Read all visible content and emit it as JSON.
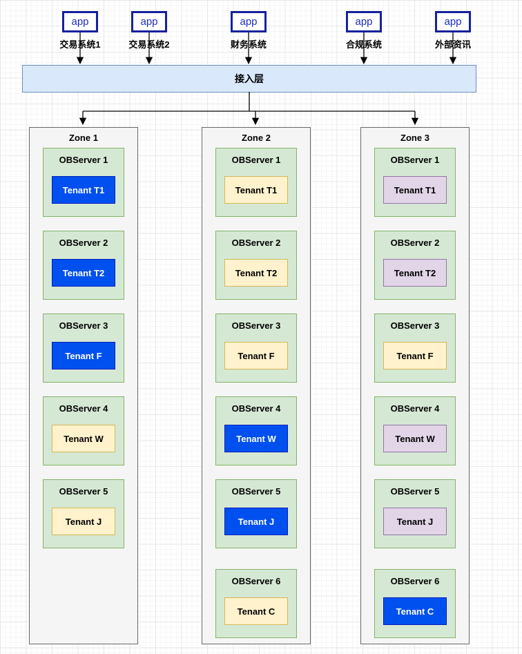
{
  "diagram": {
    "apps": [
      {
        "shape_label": "app",
        "system_name": "交易系统1"
      },
      {
        "shape_label": "app",
        "system_name": "交易系统2"
      },
      {
        "shape_label": "app",
        "system_name": "财务系统"
      },
      {
        "shape_label": "app",
        "system_name": "合规系统"
      },
      {
        "shape_label": "app",
        "system_name": "外部资讯"
      }
    ],
    "access_layer_label": "接入层",
    "zones": [
      {
        "title": "Zone 1",
        "servers": [
          {
            "title": "OBServer 1",
            "tenant": {
              "label": "Tenant T1",
              "type": "blue"
            }
          },
          {
            "title": "OBServer 2",
            "tenant": {
              "label": "Tenant T2",
              "type": "blue"
            }
          },
          {
            "title": "OBServer 3",
            "tenant": {
              "label": "Tenant F",
              "type": "blue"
            }
          },
          {
            "title": "OBServer 4",
            "tenant": {
              "label": "Tenant W",
              "type": "yellow"
            }
          },
          {
            "title": "OBServer 5",
            "tenant": {
              "label": "Tenant J",
              "type": "yellow"
            }
          }
        ]
      },
      {
        "title": "Zone 2",
        "servers": [
          {
            "title": "OBServer 1",
            "tenant": {
              "label": "Tenant T1",
              "type": "yellow"
            }
          },
          {
            "title": "OBServer 2",
            "tenant": {
              "label": "Tenant T2",
              "type": "yellow"
            }
          },
          {
            "title": "OBServer 3",
            "tenant": {
              "label": "Tenant F",
              "type": "yellow"
            }
          },
          {
            "title": "OBServer 4",
            "tenant": {
              "label": "Tenant W",
              "type": "blue"
            }
          },
          {
            "title": "OBServer 5",
            "tenant": {
              "label": "Tenant J",
              "type": "blue"
            }
          },
          {
            "title": "OBServer 6",
            "tenant": {
              "label": "Tenant C",
              "type": "yellow"
            }
          }
        ]
      },
      {
        "title": "Zone 3",
        "servers": [
          {
            "title": "OBServer 1",
            "tenant": {
              "label": "Tenant T1",
              "type": "purple"
            }
          },
          {
            "title": "OBServer 2",
            "tenant": {
              "label": "Tenant T2",
              "type": "purple"
            }
          },
          {
            "title": "OBServer 3",
            "tenant": {
              "label": "Tenant F",
              "type": "yellow"
            }
          },
          {
            "title": "OBServer 4",
            "tenant": {
              "label": "Tenant W",
              "type": "purple"
            }
          },
          {
            "title": "OBServer 5",
            "tenant": {
              "label": "Tenant J",
              "type": "purple"
            }
          },
          {
            "title": "OBServer 6",
            "tenant": {
              "label": "Tenant C",
              "type": "blue"
            }
          }
        ]
      }
    ],
    "colors": {
      "app_border": "#16209c",
      "app_text": "#1c2ac2",
      "access_layer_fill": "#dae8fc",
      "access_layer_border": "#6c8ebf",
      "zone_fill": "#f5f5f5",
      "zone_border": "#666666",
      "server_fill": "#d5e8d4",
      "server_border": "#82b366",
      "tenant_blue_fill": "#0050ef",
      "tenant_blue_border": "#001dbc",
      "tenant_blue_text": "#ffffff",
      "tenant_yellow_fill": "#fff2cc",
      "tenant_yellow_border": "#d6b656",
      "tenant_yellow_text": "#000000",
      "tenant_purple_fill": "#e1d5e7",
      "tenant_purple_border": "#9673a6",
      "tenant_purple_text": "#000000"
    }
  }
}
